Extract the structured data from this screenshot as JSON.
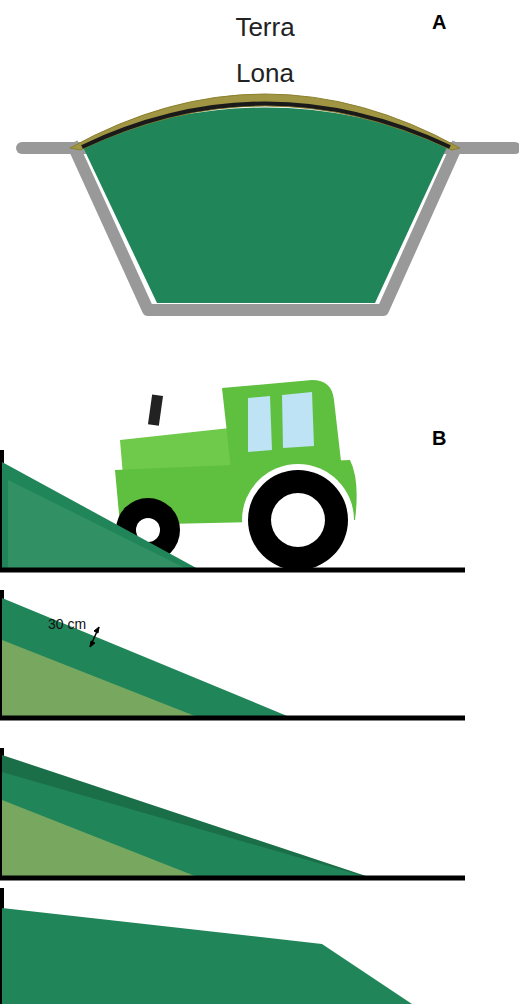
{
  "diagram": {
    "labels": [
      "A",
      "Terra",
      "Lona",
      "B",
      "30 cm"
    ]
  }
}
